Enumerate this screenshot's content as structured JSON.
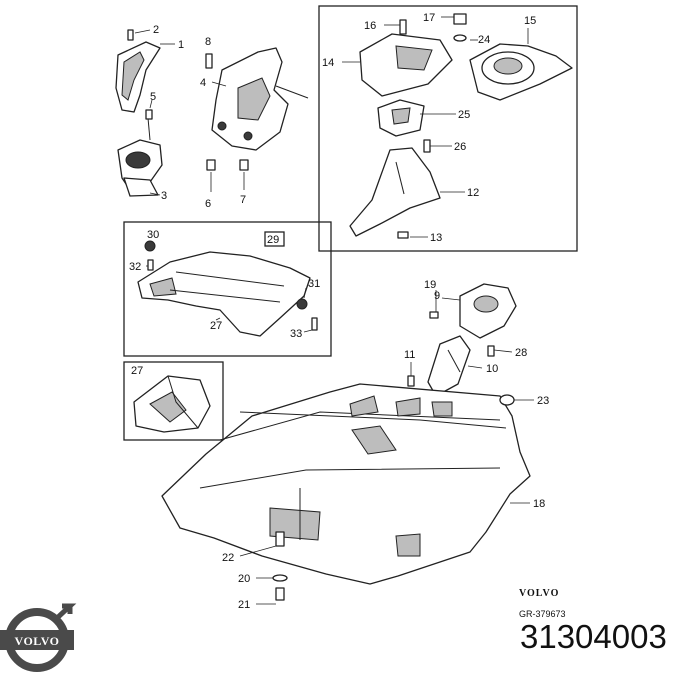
{
  "part_number": "31304003",
  "brand_logo_text": "VOLVO",
  "brand_stamp": "VOLVO",
  "diagram_ref": "GR-379673",
  "boxed_callouts": [
    "29",
    "27"
  ],
  "callouts": {
    "c1": "1",
    "c2": "2",
    "c3": "3",
    "c4": "4",
    "c5": "5",
    "c6": "6",
    "c7": "7",
    "c8": "8",
    "c9": "9",
    "c10": "10",
    "c11": "11",
    "c12": "12",
    "c13": "13",
    "c14": "14",
    "c15": "15",
    "c16": "16",
    "c17": "17",
    "c18": "18",
    "c19": "19",
    "c20": "20",
    "c21": "21",
    "c22": "22",
    "c23": "23",
    "c24": "24",
    "c25": "25",
    "c26": "26",
    "c27": "27",
    "c28": "28",
    "c30": "30",
    "c31": "31",
    "c32": "32",
    "c33": "33"
  },
  "colors": {
    "ink": "#222222",
    "shade": "#bdbdbd",
    "logo": "#4a4a4a"
  }
}
